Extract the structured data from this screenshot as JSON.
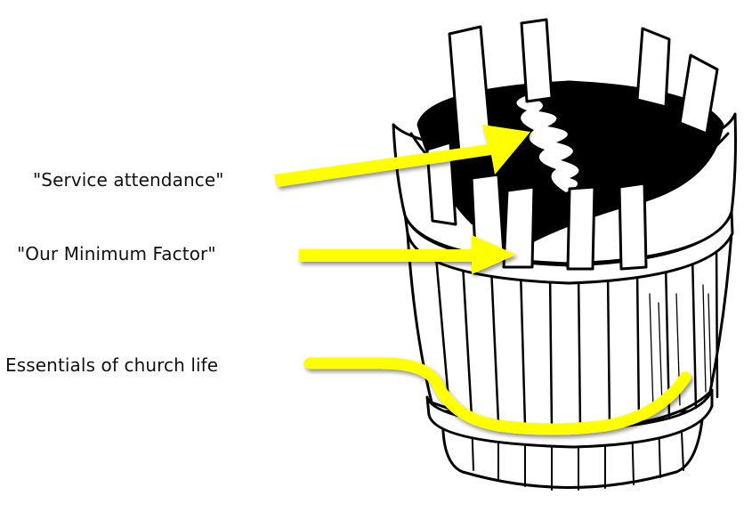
{
  "diagram": {
    "labels": {
      "service_attendance": "\"Service attendance\"",
      "minimum_factor": "\"Our Minimum Factor\"",
      "essentials": "Essentials of church life"
    },
    "illustration": "wooden-barrel-with-uneven-staves",
    "colors": {
      "arrow": "#ffff00",
      "ink": "#000000",
      "background": "#ffffff"
    }
  }
}
